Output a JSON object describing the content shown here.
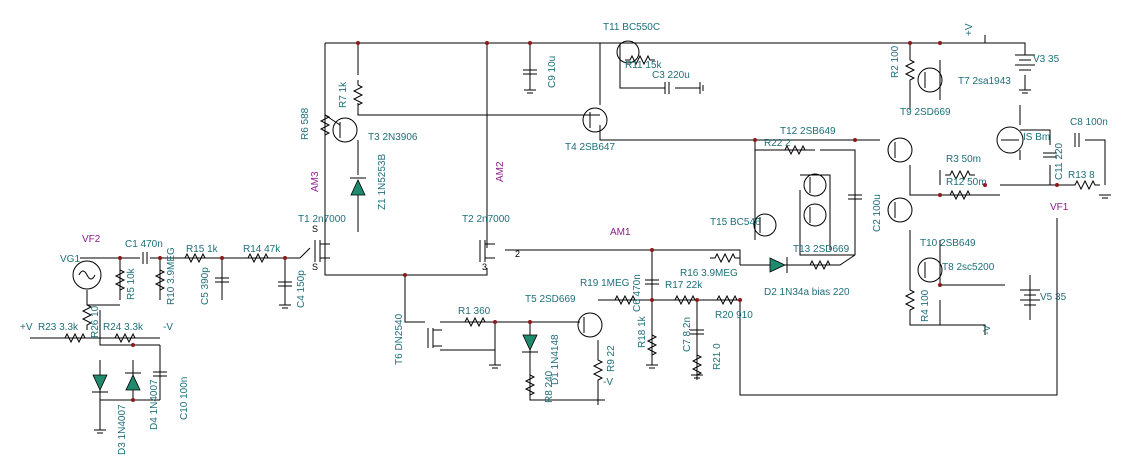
{
  "labels": {
    "t11": "T11 BC550C",
    "r11": "R11 15k",
    "c3": "C3 220u",
    "c9": "C9 10u",
    "t4": "T4 2SB647",
    "r6": "R6 588",
    "r7": "R7 1k",
    "t3": "T3 2N3906",
    "z1": "Z1 1N5253B",
    "am3": "AM3",
    "am2": "AM2",
    "am1": "AM1",
    "t1": "T1 2n7000",
    "t2": "T2 2n7000",
    "vf2": "VF2",
    "vg1": "VG1",
    "c1": "C1 470n",
    "r5": "R5 10k",
    "r15": "R15 1k",
    "r14": "R14 47k",
    "r10": "R10 3.9MEG",
    "c5": "C5 390p",
    "c4": "C4 150p",
    "vplus_left": "+V",
    "r23": "R23 3.3k",
    "r26": "R26 10",
    "r24": "R24 3.3k",
    "vminus_r10": "-V",
    "d3": "D3 1N4007",
    "d4": "D4 1N4007",
    "c10": "C10 100n",
    "t6": "T6 DN2540",
    "r1": "R1 360",
    "t5": "T5 2SD669",
    "r19": "R19 1MEG",
    "c6": "C6 470n",
    "r16": "R16 3.9MEG",
    "r17": "R17 22k",
    "r18": "R18 1k",
    "c7": "C7 8.2n",
    "r20": "R20 910",
    "r21": "R21 0",
    "d1": "D1 1N4148",
    "r8": "R8 240",
    "r9": "R9 22",
    "vminus_r9": "-V",
    "t12": "T12 2SB649",
    "r22": "R22 2",
    "t15": "T15 BC546",
    "t13": "T13 2SD669",
    "c2": "C2 100u",
    "d2": "D2 1N34a bias 220",
    "r2": "R2 100",
    "t7": "T7 2sa1943",
    "t9": "T9 2SD669",
    "r3": "R3 50m",
    "r12": "R12 50m",
    "t10": "T10 2SB649",
    "t8": "T8 2sc5200",
    "r4": "R4 100",
    "vplus_top": "+V",
    "vminus_bottom": "-V",
    "v3": "V3 35",
    "v5": "V5 35",
    "is_meter": "IS Bm",
    "c11": "C11 220",
    "c8": "C8 100n",
    "r13": "R13 8",
    "vf1": "VF1",
    "pin_s1": "S",
    "pin_s2": "S",
    "pin_2": "2",
    "pin_3": "3"
  }
}
